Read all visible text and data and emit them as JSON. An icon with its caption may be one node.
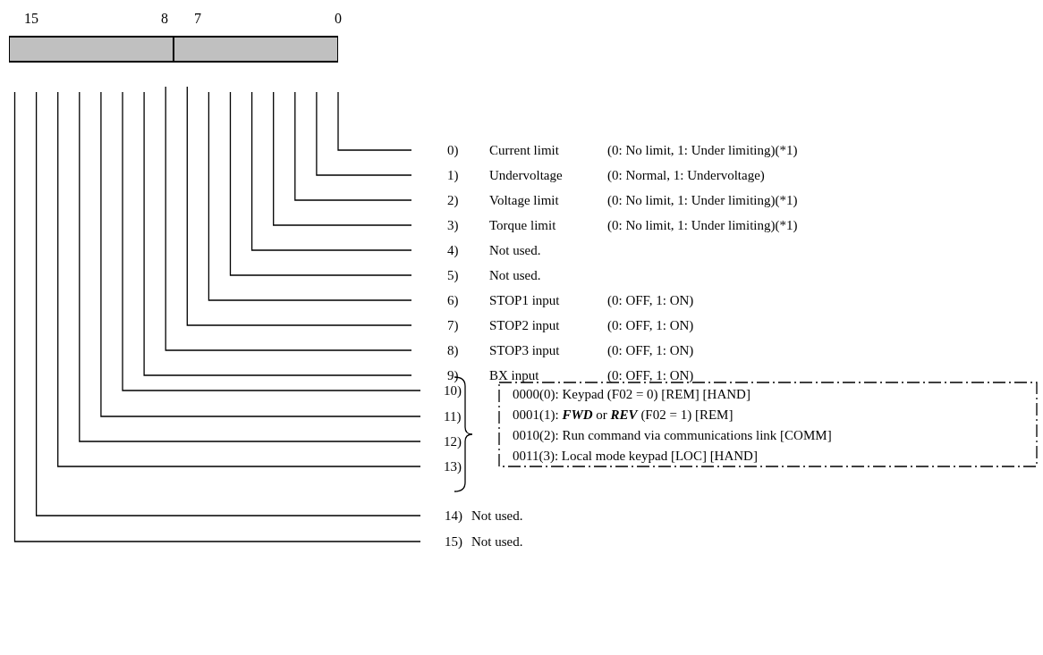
{
  "diagram": {
    "nodes": [
      {
        "text": [],
        "shape": "bar",
        "beside": [
          "15",
          "8"
        ]
      },
      {
        "text": [],
        "shape": "bar",
        "beside": [
          "7",
          "0"
        ]
      },
      {
        "text": [
          "0)",
          "Current limit",
          "(0: No limit, 1: Under limiting)(*1)"
        ]
      },
      {
        "text": [
          "1)",
          "Undervoltage",
          "(0: Normal, 1: Undervoltage)"
        ]
      },
      {
        "text": [
          "2)",
          "Voltage limit",
          "(0: No limit, 1: Under limiting)(*1)"
        ]
      },
      {
        "text": [
          "3)",
          "Torque limit",
          "(0: No limit, 1: Under limiting)(*1)"
        ]
      },
      {
        "text": [
          "4)",
          "Not used."
        ]
      },
      {
        "text": [
          "5)",
          "Not used."
        ]
      },
      {
        "text": [
          "6)",
          "STOP1 input",
          "(0: OFF, 1: ON)"
        ]
      },
      {
        "text": [
          "7)",
          "STOP2 input",
          "(0: OFF, 1: ON)"
        ]
      },
      {
        "text": [
          "8)",
          "STOP3 input",
          "(0: OFF, 1: ON)"
        ]
      },
      {
        "text": [
          "9)",
          "BX input",
          "(0: OFF, 1: ON)"
        ]
      },
      {
        "text": [
          "10)"
        ]
      },
      {
        "text": [
          "11)"
        ]
      },
      {
        "text": [
          "12)"
        ]
      },
      {
        "text": [
          "13)"
        ]
      },
      {
        "text": [
          "0000(0): Keypad (F02 = 0) [REM] [HAND]",
          "0001(1): **FWD** or **REV** (F02 = 1) [REM]",
          "0010(2): Run command via communications link [COMM]",
          "0011(3): Local mode keypad [LOC] [HAND]"
        ]
      },
      {
        "text": [
          "14)",
          "Not used."
        ]
      },
      {
        "text": [
          "15)",
          "Not used."
        ]
      }
    ],
    "edges": [
      {
        "from": 2,
        "to": null,
        "arrow": "none"
      },
      {
        "from": 3,
        "to": null,
        "arrow": "none"
      },
      {
        "from": 4,
        "to": null,
        "arrow": "none"
      },
      {
        "from": 5,
        "to": null,
        "arrow": "none"
      },
      {
        "from": 6,
        "to": null,
        "arrow": "none"
      },
      {
        "from": 7,
        "to": null,
        "arrow": "none"
      },
      {
        "from": 8,
        "to": null,
        "arrow": "none"
      },
      {
        "from": 9,
        "to": null,
        "arrow": "none"
      },
      {
        "from": 10,
        "to": null,
        "arrow": "none"
      },
      {
        "from": 11,
        "to": null,
        "arrow": "none"
      },
      {
        "from": 12,
        "to": null,
        "arrow": "none"
      },
      {
        "from": 13,
        "to": null,
        "arrow": "none"
      },
      {
        "from": 14,
        "to": null,
        "arrow": "none"
      },
      {
        "from": 15,
        "to": null,
        "arrow": "none"
      },
      {
        "from": 17,
        "to": null,
        "arrow": "none"
      },
      {
        "from": 18,
        "to": null,
        "arrow": "none"
      }
    ]
  }
}
